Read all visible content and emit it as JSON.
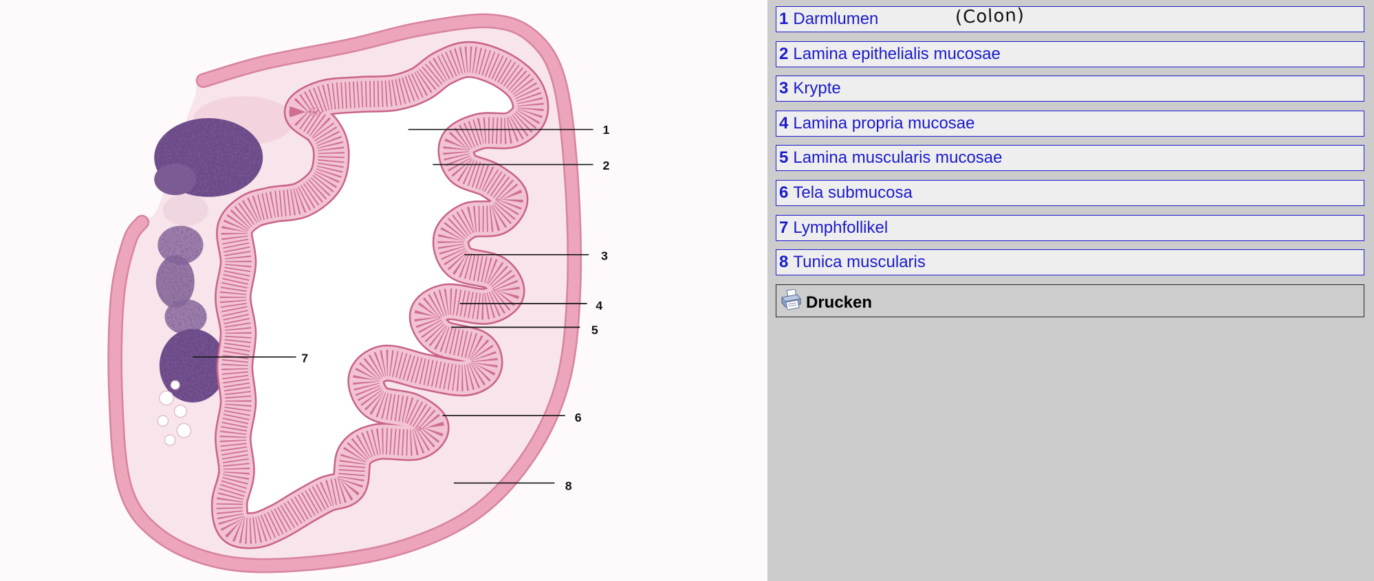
{
  "figure": {
    "labels": [
      "1",
      "2",
      "3",
      "4",
      "5",
      "6",
      "7",
      "8"
    ]
  },
  "legend": {
    "items": [
      {
        "number": "1",
        "label": "Darmlumen"
      },
      {
        "number": "2",
        "label": "Lamina epithelialis mucosae"
      },
      {
        "number": "3",
        "label": "Krypte"
      },
      {
        "number": "4",
        "label": "Lamina propria mucosae"
      },
      {
        "number": "5",
        "label": "Lamina muscularis mucosae"
      },
      {
        "number": "6",
        "label": "Tela submucosa"
      },
      {
        "number": "7",
        "label": "Lymphfollikel"
      },
      {
        "number": "8",
        "label": "Tunica muscularis"
      }
    ],
    "note": "(Colon)",
    "print_label": "Drucken",
    "print_icon": "printer-icon"
  },
  "colors": {
    "accent": "#1a1acc",
    "panel_bg": "#cccccc",
    "item_bg": "#eeeeee",
    "print_bg": "#cdcdcd"
  }
}
